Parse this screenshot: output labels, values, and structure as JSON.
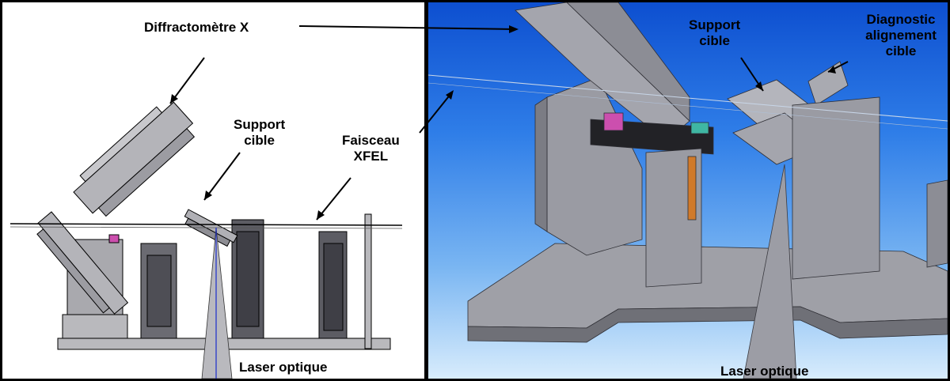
{
  "labels": {
    "diffractometre": "Diffractomètre X",
    "support_cible_left_1": "Support",
    "support_cible_left_2": "cible",
    "faisceau_1": "Faisceau",
    "faisceau_2": "XFEL",
    "laser_left": "Laser optique",
    "support_cible_right_1": "Support",
    "support_cible_right_2": "cible",
    "diagnostic_1": "Diagnostic",
    "diagnostic_2": "alignement",
    "diagnostic_3": "cible",
    "laser_right": "Laser optique"
  },
  "colors": {
    "frame": "#000000",
    "left_background": "#ffffff",
    "sky_top": "#0d4fd0",
    "sky_bottom": "#d8ecfc",
    "metal": "#9a9ba3",
    "metal_dark": "#5e5f66",
    "pink": "#cc4fae",
    "teal": "#3fb7a3",
    "orange": "#d07a2a"
  }
}
